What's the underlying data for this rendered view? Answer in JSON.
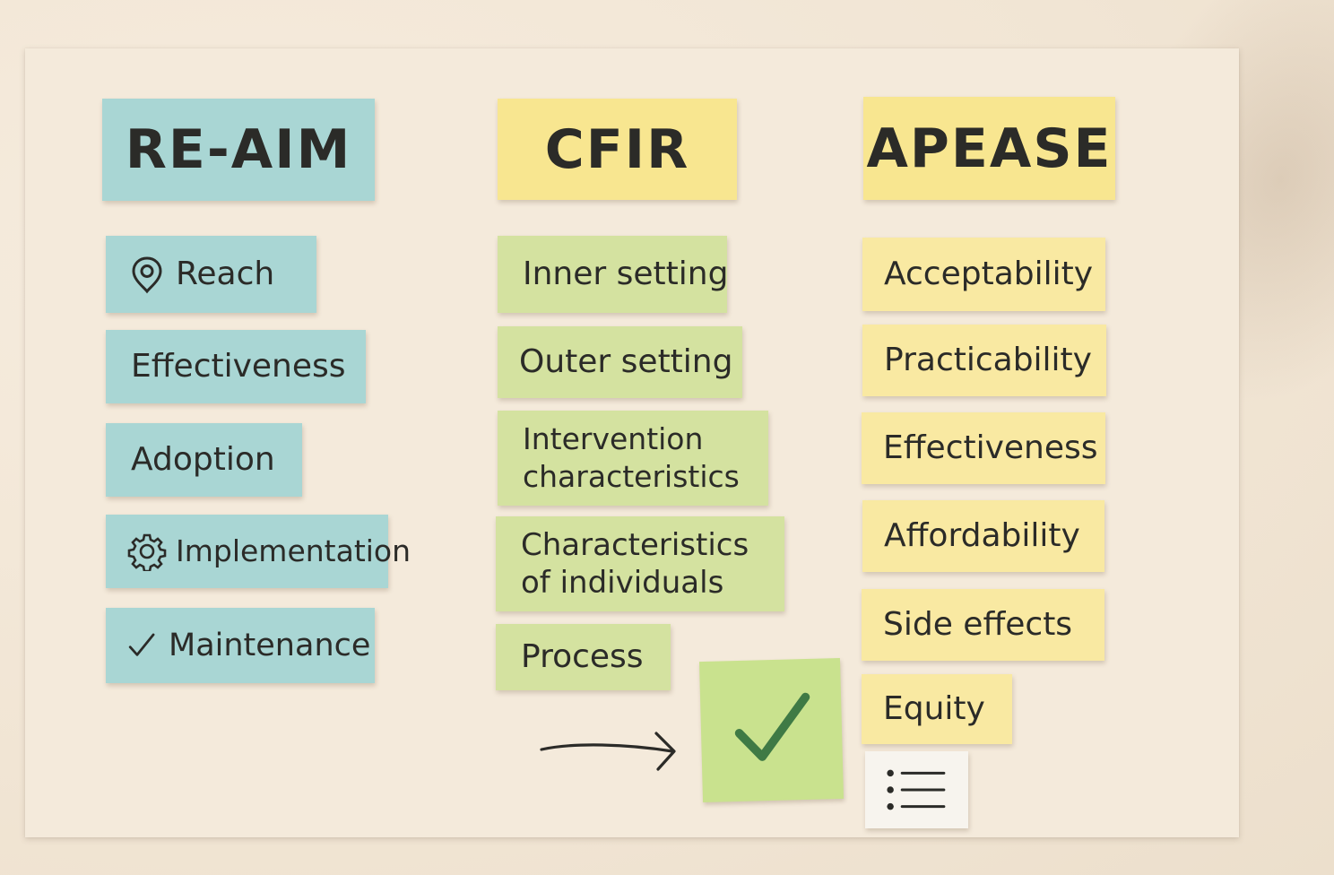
{
  "reaim": {
    "title": "RE-AIM",
    "items": [
      {
        "label": "Reach",
        "icon": "location-pin-icon"
      },
      {
        "label": "Effectiveness"
      },
      {
        "label": "Adoption"
      },
      {
        "label": "Implementation",
        "icon": "gear-icon"
      },
      {
        "label": "Maintenance",
        "icon": "checkmark-icon"
      }
    ]
  },
  "cfir": {
    "title": "CFIR",
    "items": [
      {
        "label": "Inner setting"
      },
      {
        "label": "Outer setting"
      },
      {
        "label": "Intervention characteristics"
      },
      {
        "label": "Characteristics of individuals"
      },
      {
        "label": "Process"
      }
    ]
  },
  "apease": {
    "title": "APEASE",
    "items": [
      {
        "label": "Acceptability"
      },
      {
        "label": "Practicability"
      },
      {
        "label": "Effectiveness"
      },
      {
        "label": "Affordability"
      },
      {
        "label": "Side effects"
      },
      {
        "label": "Equity"
      }
    ]
  },
  "extras": {
    "check_note_icon": "large-checkmark-icon",
    "list_note_icon": "bulleted-list-icon",
    "arrow_icon": "arrow-right-icon"
  },
  "colors": {
    "reaim_note": "#a9d6d4",
    "cfir_header": "#f9e9a2",
    "cfir_note": "#d4e2a0",
    "apease_note": "#f9e9a2",
    "check_note": "#c9e28e",
    "check_mark": "#3f7a45",
    "ink": "#2b2b28"
  }
}
